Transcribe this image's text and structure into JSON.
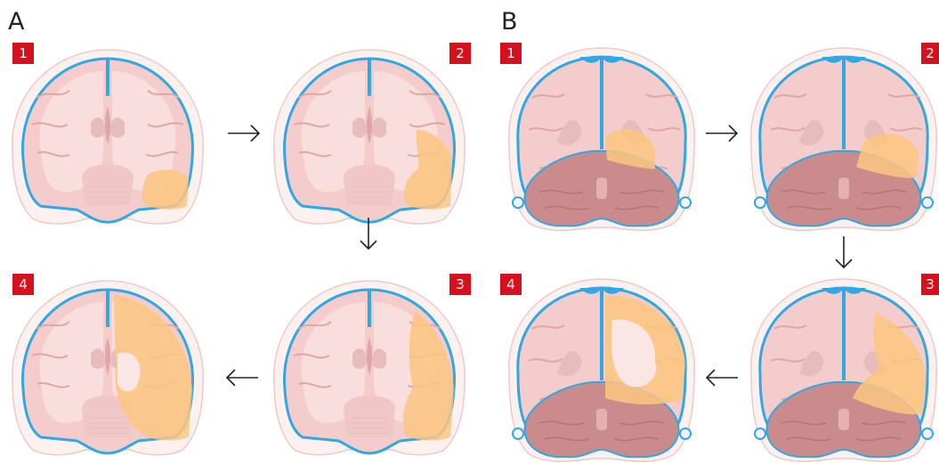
{
  "colors": {
    "badge": "#d6111f",
    "csf": "#2fa8e3",
    "brain": "#f4cccc",
    "brain_core": "#fbe6e6",
    "skull": "#fdf1ef",
    "skull_edge": "#efc9c5",
    "sulcus": "#e0a6a6",
    "cerebellum": "#c98b8b",
    "lesion": "#fbc67f",
    "arrow": "#222222"
  },
  "panels": [
    {
      "label": "A",
      "view": "coronal",
      "stages": [
        {
          "number": "1",
          "lesion": "temporal-small"
        },
        {
          "number": "2",
          "lesion": "lateral-strip"
        },
        {
          "number": "3",
          "lesion": "lateral-wide"
        },
        {
          "number": "4",
          "lesion": "hemisphere-large"
        }
      ],
      "arrows": [
        "right-arrow",
        "down-arrow",
        "left-arrow"
      ]
    },
    {
      "label": "B",
      "view": "posterior",
      "stages": [
        {
          "number": "1",
          "lesion": "occipital-medial"
        },
        {
          "number": "2",
          "lesion": "occipital-lateral"
        },
        {
          "number": "3",
          "lesion": "occipital-extended"
        },
        {
          "number": "4",
          "lesion": "hemisphere-large"
        }
      ],
      "arrows": [
        "right-arrow",
        "down-arrow",
        "left-arrow"
      ]
    }
  ]
}
